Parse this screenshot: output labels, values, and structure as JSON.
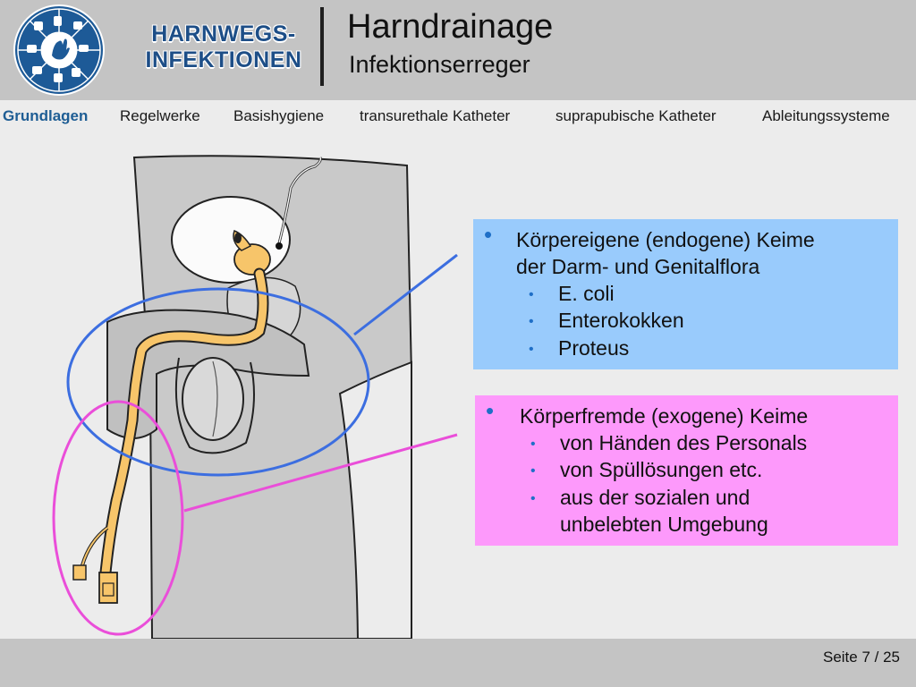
{
  "header": {
    "brand_line1": "HARNWEGS-",
    "brand_line2": "INFEKTIONEN",
    "title": "Harndrainage",
    "subtitle": "Infektionserreger",
    "brand_color": "#1d4e87"
  },
  "tabs": [
    {
      "label": "Grundlagen",
      "active": true
    },
    {
      "label": "Regelwerke",
      "active": false
    },
    {
      "label": "Basishygiene",
      "active": false
    },
    {
      "label": "transurethale Katheter",
      "active": false
    },
    {
      "label": "suprapubische Katheter",
      "active": false
    },
    {
      "label": "Ableitungssysteme",
      "active": false
    }
  ],
  "endogenous": {
    "heading_line1": "Körpereigene (endogene) Keime",
    "heading_line2": "der Darm- und Genitalflora",
    "items": [
      "E. coli",
      "Enterokokken",
      "Proteus"
    ],
    "color": "#99cbfc"
  },
  "exogenous": {
    "heading": "Körperfremde (exogene) Keime",
    "items": [
      "von Händen des Personals",
      "von Spüllösungen etc.",
      "aus der sozialen und"
    ],
    "item3_continuation": "unbelebten Umgebung",
    "color": "#fd99fb"
  },
  "footer": {
    "page_label": "Seite 7 / 25"
  },
  "illustration": {
    "icon": "urinary-catheter-anatomy",
    "catheter_color": "#f7c56a",
    "highlight_blue": "#3c6ee0",
    "highlight_pink": "#ea4ed9"
  },
  "logo_icons": [
    "medical-cross-icon",
    "patient-icon",
    "hand-icon",
    "bed-icon",
    "ambulance-icon",
    "wheelchair-icon",
    "eye-icon",
    "bandage-icon"
  ]
}
